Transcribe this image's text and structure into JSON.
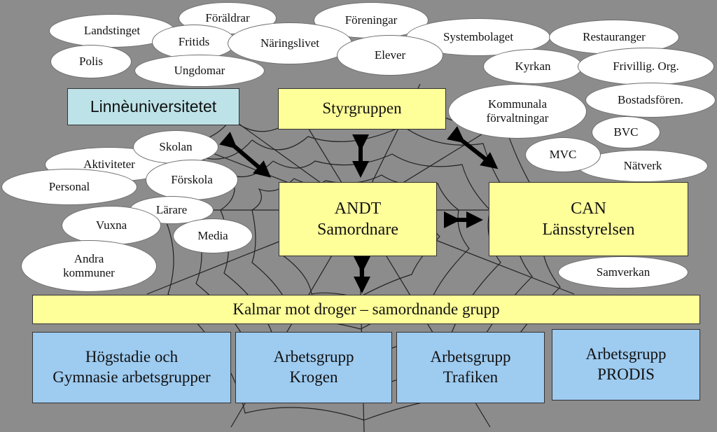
{
  "colors": {
    "background": "#8c8c8c",
    "yellow_box": "#ffff99",
    "blue_box": "#9ecbf0",
    "light_blue_box": "#bde3e8",
    "oval": "#ffffff"
  },
  "boxes": {
    "linneuniversitetet": "Linnèuniversitetet",
    "styrgruppen": "Styrgruppen",
    "andt": "ANDT\nSamordnare",
    "can": "CAN\nLänsstyrelsen",
    "kalmar": "Kalmar mot droger – samordnande grupp",
    "hogstadie": "Högstadie och\nGymnasie arbetsgrupper",
    "krogen": "Arbetsgrupp\nKrogen",
    "trafiken": "Arbetsgrupp\nTrafiken",
    "prodis": "Arbetsgrupp\nPRODIS"
  },
  "ovals": {
    "foraldrar": "Föräldrar",
    "foreningar": "Föreningar",
    "landstinget": "Landstinget",
    "fritids": "Fritids",
    "naringslivet": "Näringslivet",
    "systembolaget": "Systembolaget",
    "restauranger": "Restauranger",
    "polis": "Polis",
    "elever": "Elever",
    "ungdomar": "Ungdomar",
    "kyrkan": "Kyrkan",
    "frivillig": "Frivillig. Org.",
    "kommunala": "Kommunala\nförvaltningar",
    "bostadsforen": "Bostadsfören.",
    "bvc": "BVC",
    "mvc": "MVC",
    "natverk": "Nätverk",
    "skolan": "Skolan",
    "aktiviteter": "Aktiviteter",
    "personal": "Personal",
    "forskola": "Förskola",
    "larare": "Lärare",
    "vuxna": "Vuxna",
    "media": "Media",
    "andra_kommuner": "Andra\nkommuner",
    "samverkan": "Samverkan"
  }
}
